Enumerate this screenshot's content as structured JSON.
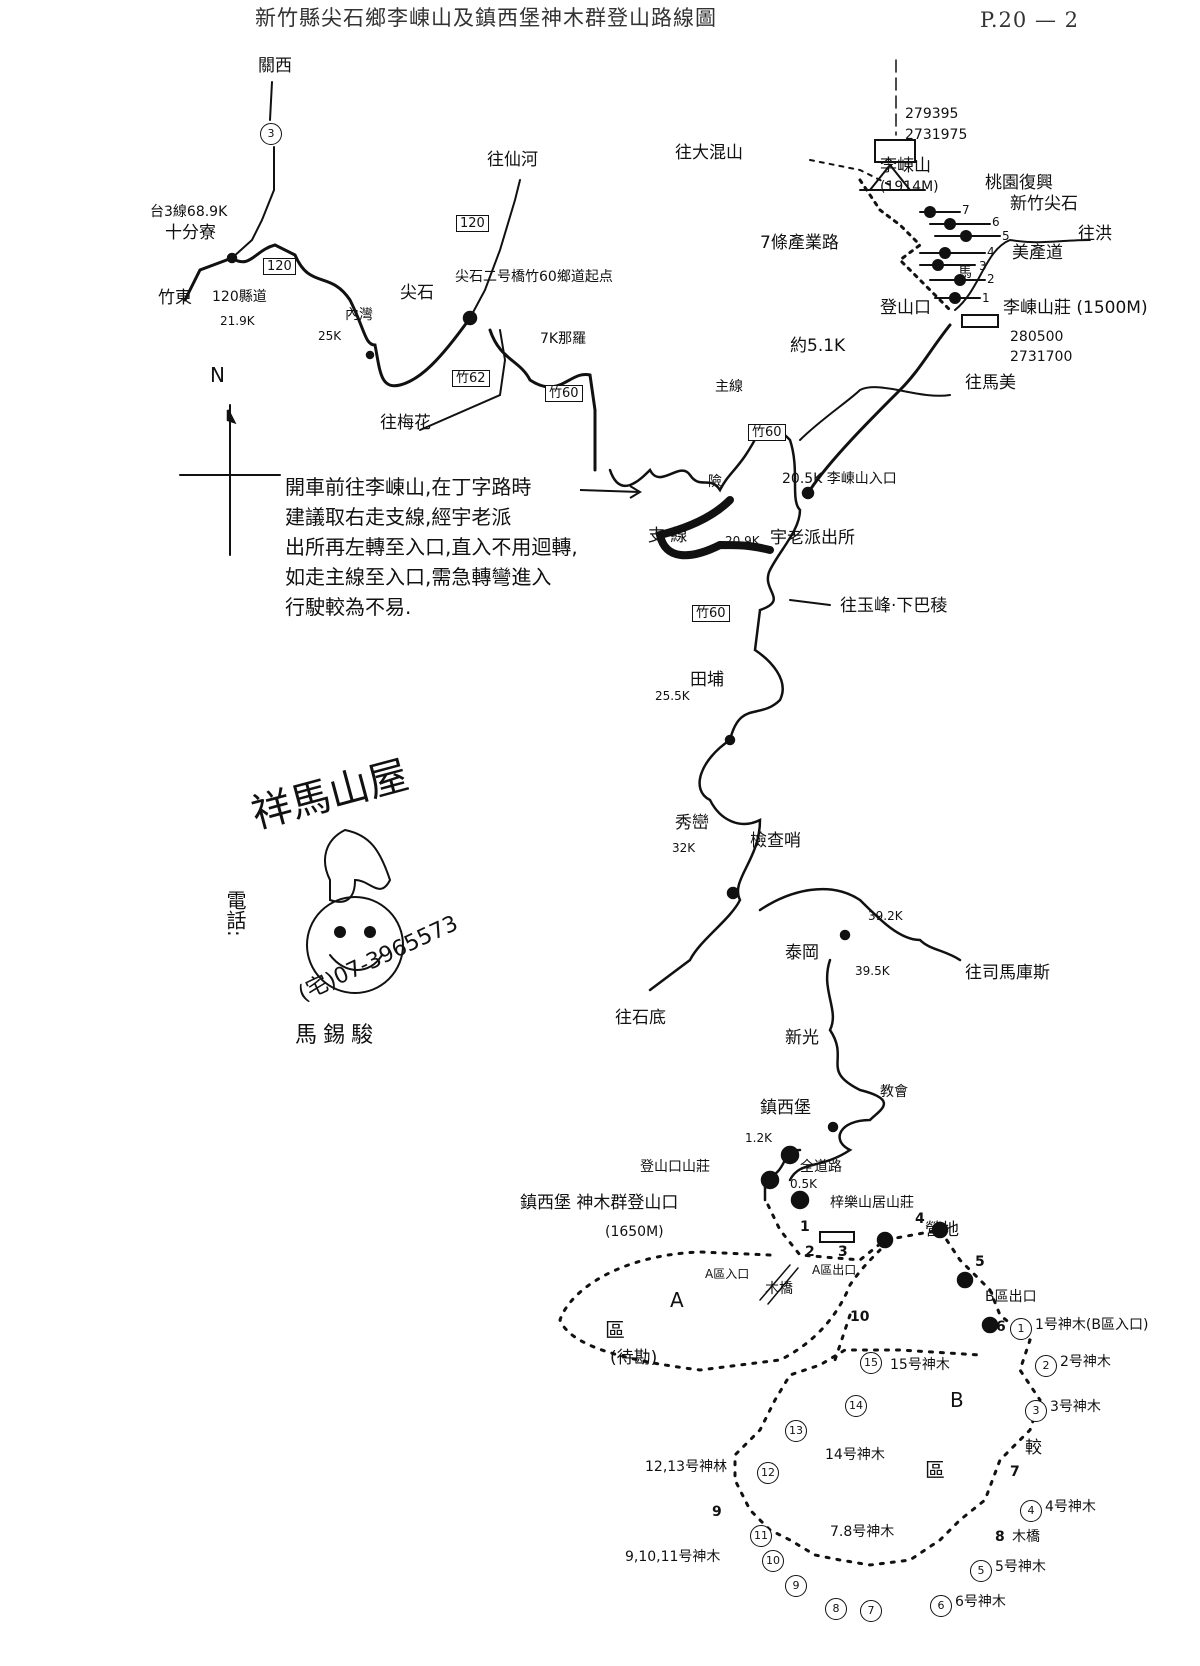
{
  "header": {
    "title": "新竹縣尖石鄉李崠山及鎮西堡神木群登山路線圖",
    "page": "P.20 — 2"
  },
  "north": "N",
  "north_section": {
    "guanxi": "關西",
    "route3": "3",
    "tai3": "台3線68.9K",
    "shifenliao": "十分寮",
    "zhudong": "竹東",
    "county120": "120縣道",
    "km219": "21.9K",
    "box120a": "120",
    "neiwan": "內灣",
    "km25": "25K",
    "jianshi": "尖石",
    "box120b": "120",
    "xianhe": "往仙河",
    "bridge": "尖石二号橋竹60鄉道起点",
    "box62": "竹62",
    "meihua": "往梅花",
    "naluo": "7K那羅",
    "box60a": "竹60"
  },
  "lidong": {
    "dahun": "往大混山",
    "coord1a": "279395",
    "coord1b": "2731975",
    "peak": "李崠山",
    "peak_elev": "(1914M)",
    "taoyuan": "桃園復興",
    "hsinchu": "新竹尖石",
    "roads7": "7條產業路",
    "road_nums": [
      "7",
      "6",
      "5",
      "4",
      "3",
      "2",
      "1"
    ],
    "meichan": "美產道",
    "ma": "馬",
    "hong": "往洪",
    "trailhead": "登山口",
    "lodge": "李崠山莊 (1500M)",
    "coord2a": "280500",
    "coord2b": "2731700",
    "dist": "約5.1K",
    "mamei": "往馬美",
    "mainline": "主線",
    "box60b": "竹60",
    "danger": "險",
    "entrance": "20.5K 李崠山入口",
    "branch": "支 線",
    "km209": "20.9K",
    "police": "宇老派出所"
  },
  "note": [
    "開車前往李崠山,在丁字路時",
    "建議取右走支線,經宇老派",
    "出所再左轉至入口,直入不用迴轉,",
    "如走主線至入口,需急轉彎進入",
    "行駛較為不易."
  ],
  "middle": {
    "box60c": "竹60",
    "yufeng": "往玉峰·下巴稜",
    "tianpu": "田埔",
    "km255": "25.5K",
    "xiuluan": "秀巒",
    "km32": "32K",
    "checkpoint": "檢查哨",
    "km392": "39.2K",
    "taigang": "泰岡",
    "km395": "39.5K",
    "smangus": "往司馬庫斯",
    "shidi": "往石底",
    "xinguang": "新光",
    "church": "教會",
    "zhenxibao": "鎮西堡"
  },
  "trail": {
    "km12": "1.2K",
    "lodge_a": "登山口山莊",
    "road": "全道路",
    "km05": "0.5K",
    "trailhead": "鎮西堡 神木群登山口",
    "elev": "(1650M)",
    "lodge_b": "梓樂山居山莊",
    "camp": "營地",
    "a_in": "A區入口",
    "a_out": "A區出口",
    "bridge": "木橋",
    "zone_a": "A",
    "zone_a2": "區",
    "tbd": "(待勘)",
    "b_out": "B區出口",
    "zone_b": "B",
    "zone_b2": "區",
    "compare": "較",
    "stream_nums": [
      "1",
      "2",
      "3",
      "4",
      "5",
      "6",
      "7",
      "8",
      "9",
      "10"
    ],
    "tree1": "1号神木(B區入口)",
    "tree2": "2号神木",
    "tree3": "3号神木",
    "tree4": "4号神木",
    "tree5": "5号神木",
    "tree6": "6号神木",
    "tree78": "7.8号神木",
    "tree91011": "9,10,11号神木",
    "tree1213": "12,13号神林",
    "tree14": "14号神木",
    "tree15": "15号神木",
    "bridge8": "木橋",
    "circled": [
      "1",
      "2",
      "3",
      "4",
      "5",
      "6",
      "7",
      "8",
      "9",
      "10",
      "11",
      "12",
      "13",
      "14",
      "15"
    ]
  },
  "stamp": {
    "name": "祥馬山屋",
    "phone_label": "電話:",
    "phone": "(宅)07-3965573",
    "owner": "馬錫駿"
  }
}
